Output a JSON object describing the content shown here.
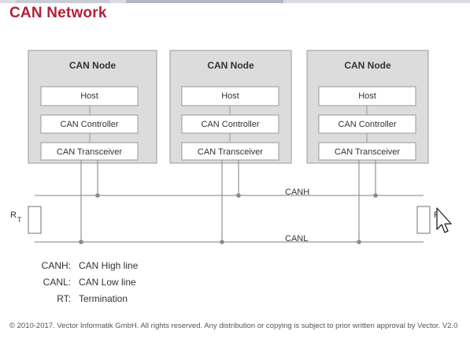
{
  "header": {
    "title": "CAN Network"
  },
  "diagram": {
    "nodes": [
      {
        "title": "CAN Node",
        "host": "Host",
        "controller": "CAN Controller",
        "transceiver": "CAN Transceiver"
      },
      {
        "title": "CAN Node",
        "host": "Host",
        "controller": "CAN Controller",
        "transceiver": "CAN Transceiver"
      },
      {
        "title": "CAN Node",
        "host": "Host",
        "controller": "CAN Controller",
        "transceiver": "CAN Transceiver"
      }
    ],
    "canh_label": "CANH",
    "canl_label": "CANL",
    "termination_label_main": "R",
    "termination_label_sub": "T",
    "colors": {
      "node_fill": "#dcdcdc",
      "node_border": "#9a9a9a",
      "line": "#9a9a9a",
      "title": "#b4203a"
    }
  },
  "legend": [
    {
      "key": "CANH:",
      "value": "CAN High line"
    },
    {
      "key": "CANL:",
      "value": "CAN Low line"
    },
    {
      "key": "RT:",
      "value": "Termination"
    }
  ],
  "footer": {
    "copyright": "© 2010-2017. Vector Informatik GmbH. All rights reserved. Any distribution or copying is subject to prior written approval by Vector. V2.0"
  }
}
